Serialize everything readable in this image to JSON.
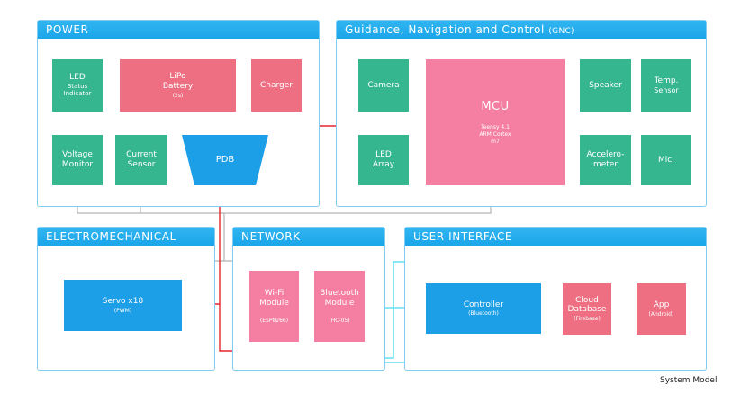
{
  "colors": {
    "teal": "#35b68e",
    "red": "#ef6f82",
    "pink": "#f47fa3",
    "blue": "#1c9fe6",
    "header": "#1aa6ea"
  },
  "sections": {
    "power": "POWER",
    "gnc": "Guidance, Navigation and Control",
    "gnc_abbr": "(GNC)",
    "electromechanical": "ELECTROMECHANICAL",
    "network": "NETWORK",
    "user_interface": "USER INTERFACE"
  },
  "blocks": {
    "led_status": [
      "LED",
      "Status",
      "Indicator"
    ],
    "lipo": {
      "title": [
        "LiPo",
        "Battery"
      ],
      "sub": "(2s)"
    },
    "charger": "Charger",
    "voltage": [
      "Voltage",
      "Monitor"
    ],
    "current": [
      "Current",
      "Sensor"
    ],
    "pdb": "PDB",
    "camera": "Camera",
    "mcu": {
      "title": "MCU",
      "sub": [
        "Teensy 4.1",
        "ARM Cortex",
        "m7"
      ]
    },
    "speaker": "Speaker",
    "temp": [
      "Temp.",
      "Sensor"
    ],
    "led_array": [
      "LED",
      "Array"
    ],
    "accel": [
      "Accelero-",
      "meter"
    ],
    "mic": "Mic.",
    "servo": {
      "title": "Servo x18",
      "sub": "(PWM)"
    },
    "wifi": {
      "title": [
        "Wi-Fi",
        "Module"
      ],
      "sub": "(ESP8266)"
    },
    "bluetooth": {
      "title": [
        "Bluetooth",
        "Module"
      ],
      "sub": "(HC-05)"
    },
    "controller": {
      "title": "Controller",
      "sub": "(Bluetooth)"
    },
    "cloud": {
      "title": [
        "Cloud",
        "Database"
      ],
      "sub": "(Firebase)"
    },
    "app": {
      "title": "App",
      "sub": "(Android)"
    }
  },
  "caption": "System Model"
}
